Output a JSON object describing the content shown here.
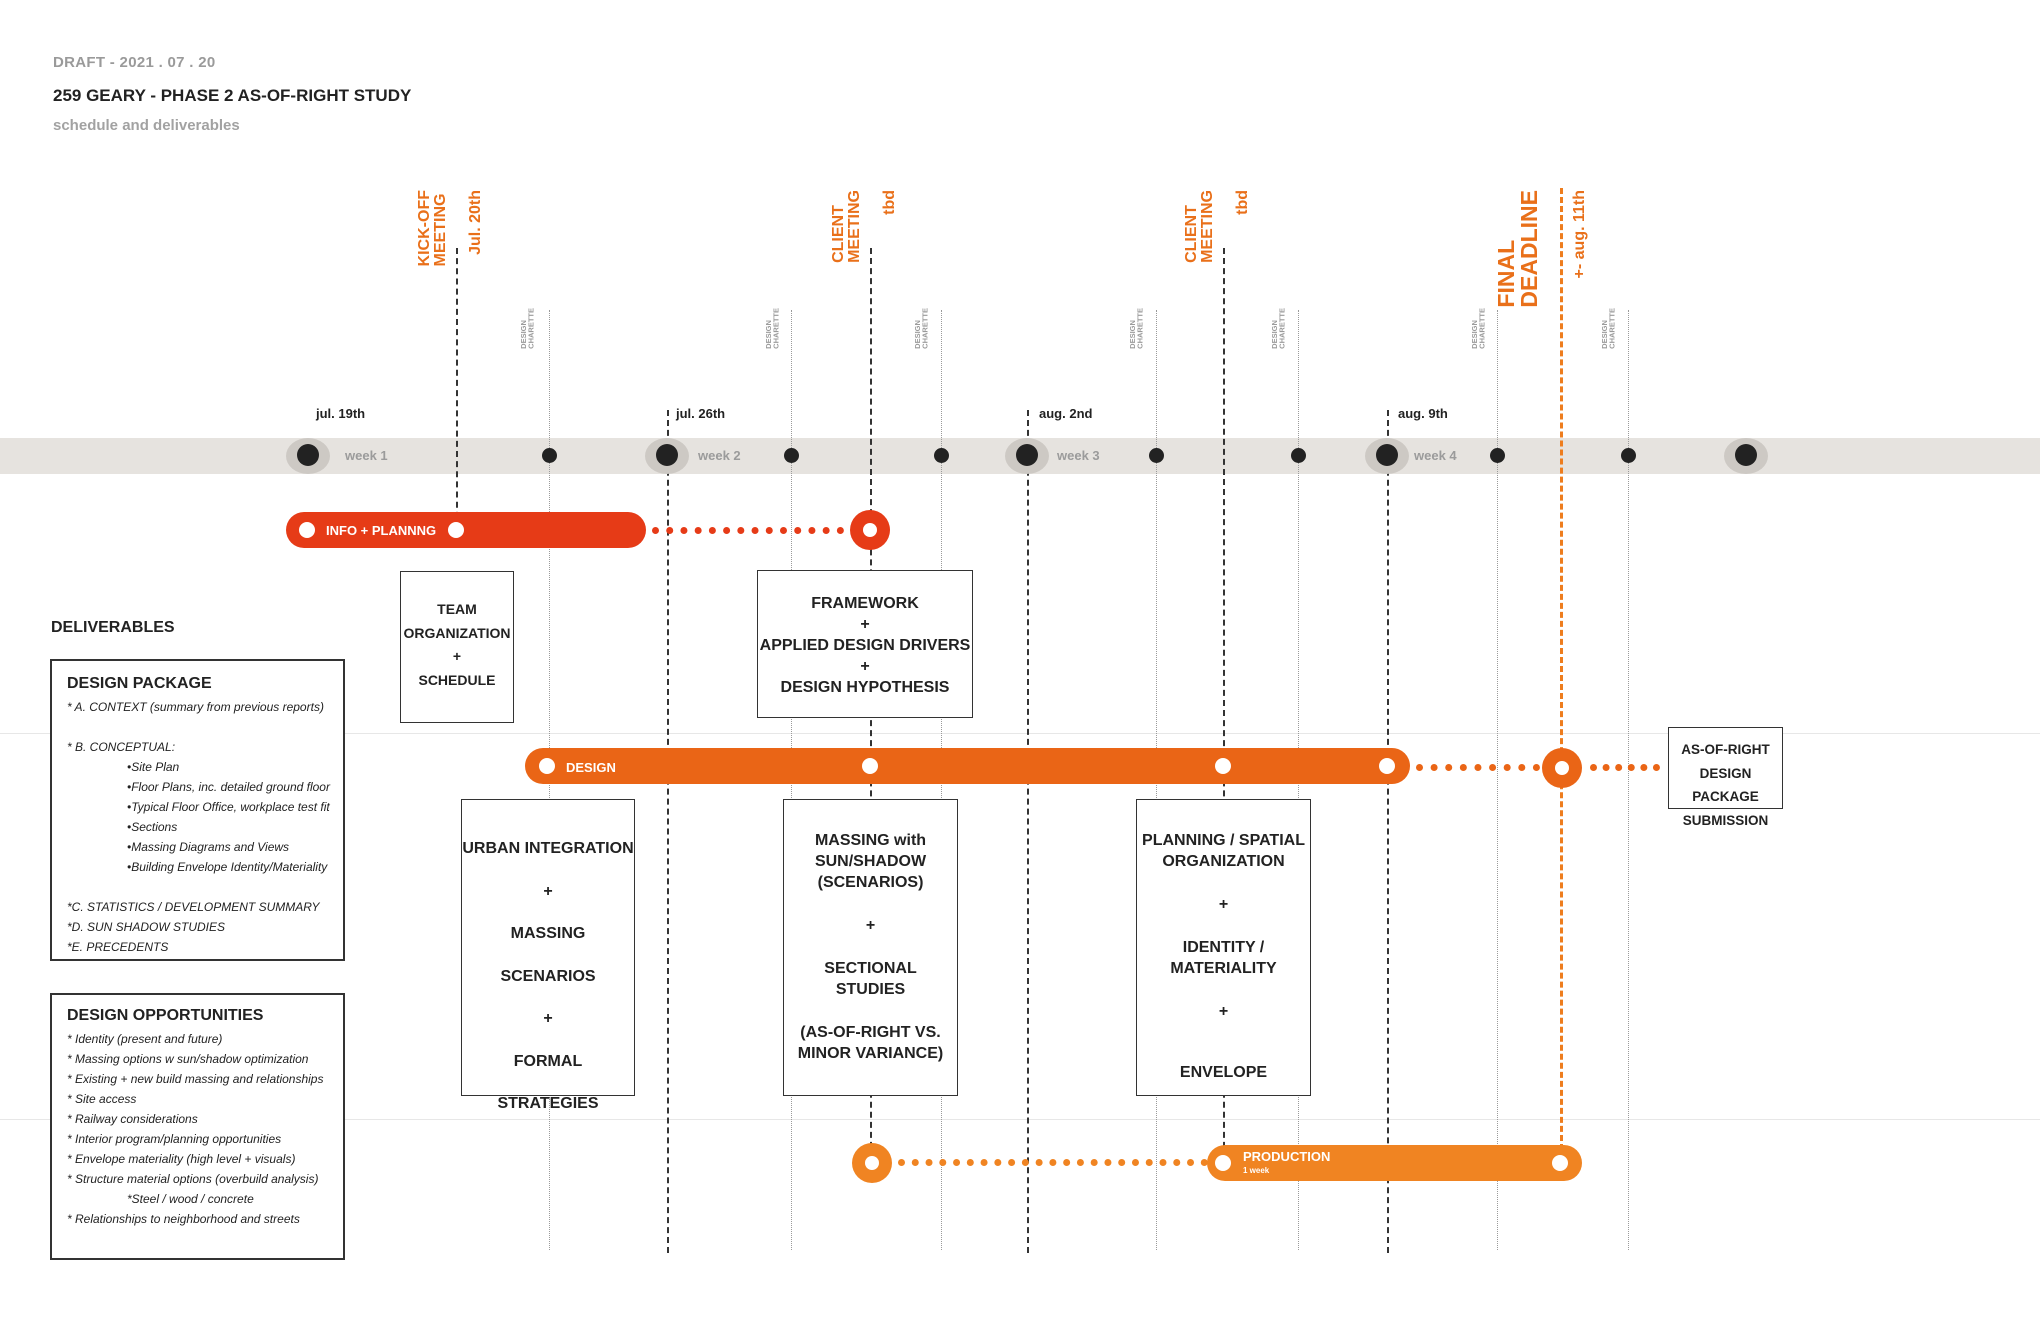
{
  "header": {
    "draft": "DRAFT - 2021 . 07 . 20",
    "title": "259 GEARY - PHASE 2 AS-OF-RIGHT STUDY",
    "subtitle": "schedule and deliverables"
  },
  "timeline": {
    "dates": [
      "jul. 19th",
      "jul. 26th",
      "aug. 2nd",
      "aug. 9th"
    ],
    "weeks": [
      "week 1",
      "week 2",
      "week 3",
      "week 4"
    ],
    "charette_label_1": "DESIGN",
    "charette_label_2": "CHARETTE"
  },
  "milestones": {
    "kickoff": {
      "l1": "KICK-OFF",
      "l2": "MEETING",
      "date": "Jul. 20th"
    },
    "client1": {
      "l1": "CLIENT",
      "l2": "MEETING",
      "date": "tbd"
    },
    "client2": {
      "l1": "CLIENT",
      "l2": "MEETING",
      "date": "tbd"
    },
    "final": {
      "l1": "FINAL",
      "l2": "DEADLINE",
      "date": "+- aug. 11th"
    }
  },
  "bars": {
    "info": "INFO + PLANNNG",
    "design": "DESIGN",
    "production": "PRODUCTION",
    "production_sub": "1 week"
  },
  "boxes": {
    "team": [
      "TEAM",
      "ORGANIZATION",
      "+",
      "SCHEDULE"
    ],
    "framework": [
      "FRAMEWORK",
      "+",
      "APPLIED DESIGN DRIVERS",
      "+",
      "DESIGN HYPOTHESIS"
    ],
    "urban": [
      "URBAN INTEGRATION",
      "+",
      "MASSING SCENARIOS",
      "+",
      "FORMAL STRATEGIES"
    ],
    "massing": [
      "MASSING with",
      "SUN/SHADOW",
      "(SCENARIOS)",
      "+",
      "SECTIONAL",
      "STUDIES",
      "(AS-OF-RIGHT VS.",
      "MINOR VARIANCE)"
    ],
    "planning": [
      "PLANNING / SPATIAL",
      "ORGANIZATION",
      "+",
      "IDENTITY /",
      "MATERIALITY",
      "+",
      "ENVELOPE"
    ],
    "submission": [
      "AS-OF-RIGHT",
      "DESIGN PACKAGE",
      "SUBMISSION"
    ]
  },
  "deliverables": {
    "heading": "DELIVERABLES",
    "package": {
      "title": "DESIGN PACKAGE",
      "items": [
        "* A. CONTEXT (summary from previous reports)",
        "* B. CONCEPTUAL:",
        "•Site Plan",
        "•Floor Plans, inc. detailed ground floor",
        "•Typical Floor Office, workplace test fit",
        "•Sections",
        "•Massing Diagrams and Views",
        "•Building Envelope Identity/Materiality",
        "*C. STATISTICS / DEVELOPMENT SUMMARY",
        "*D. SUN SHADOW STUDIES",
        "*E. PRECEDENTS"
      ]
    },
    "opportunities": {
      "title": "DESIGN OPPORTUNITIES",
      "items": [
        "* Identity (present and future)",
        "* Massing options w sun/shadow optimization",
        "* Existing + new build massing and relationships",
        "* Site access",
        "* Railway considerations",
        "* Interior program/planning opportunities",
        "* Envelope materiality (high level + visuals)",
        "* Structure material options (overbuild analysis)",
        "*Steel / wood / concrete",
        "* Relationships to neighborhood and streets"
      ]
    }
  },
  "colors": {
    "red": "#e63b17",
    "orange": "#ea6516",
    "light_orange": "#f08422",
    "milestone_text": "#e9701a"
  }
}
